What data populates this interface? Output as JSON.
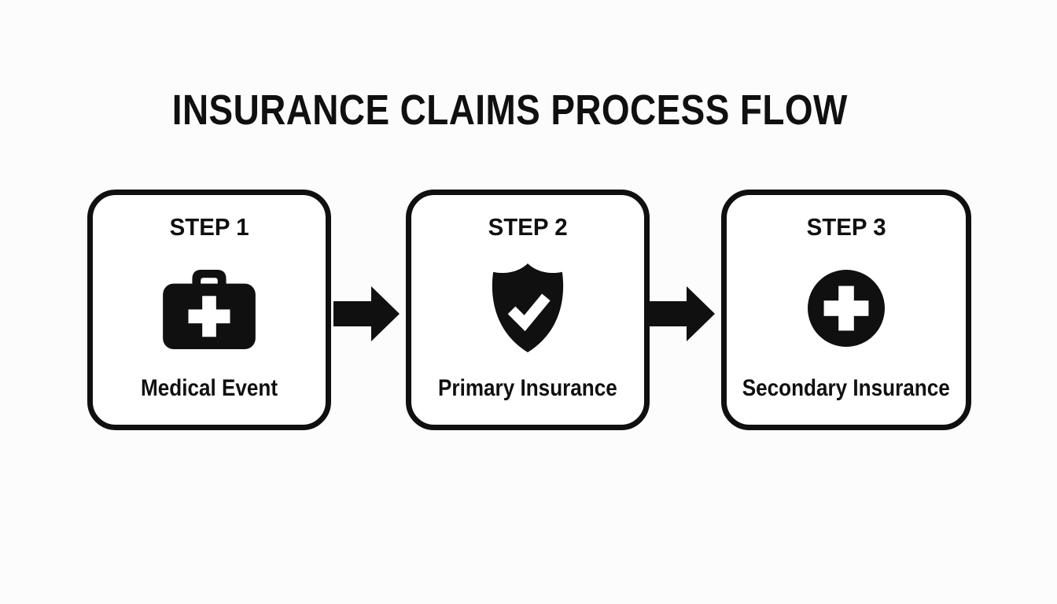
{
  "title": "INSURANCE CLAIMS PROCESS FLOW",
  "steps": [
    {
      "label": "STEP 1",
      "name": "Medical Event",
      "icon": "medical-bag-icon"
    },
    {
      "label": "STEP 2",
      "name": "Primary Insurance",
      "icon": "shield-check-icon"
    },
    {
      "label": "STEP 3",
      "name": "Secondary Insurance",
      "icon": "circle-plus-icon"
    }
  ],
  "connectors": [
    {
      "icon": "arrow-right-icon"
    },
    {
      "icon": "arrow-right-icon"
    }
  ],
  "colors": {
    "ink": "#101010",
    "background": "#fcfcfc",
    "box_fill": "#ffffff"
  }
}
